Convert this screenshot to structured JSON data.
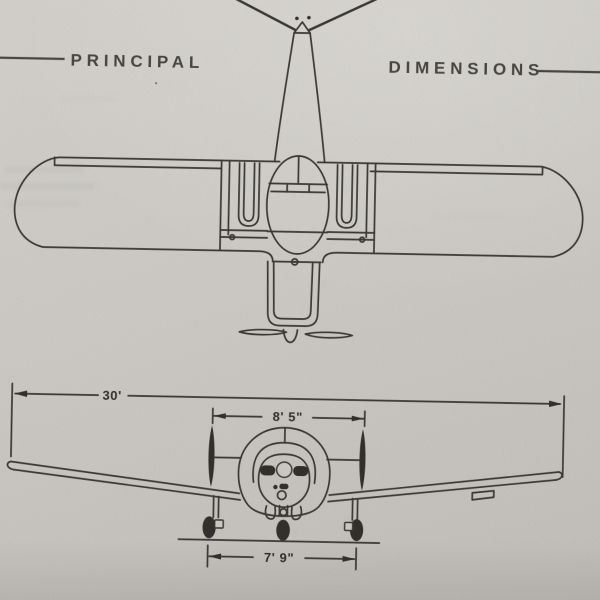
{
  "header": {
    "title_left": "PRINCIPAL",
    "title_right": "DIMENSIONS"
  },
  "dimensions": {
    "wingspan": "30'",
    "propeller_arc": "8' 5\"",
    "wheel_track": "7' 9\""
  },
  "colors": {
    "ink": "#3e3b36",
    "paper": "#d3d0ca",
    "title": "#4b4945"
  }
}
